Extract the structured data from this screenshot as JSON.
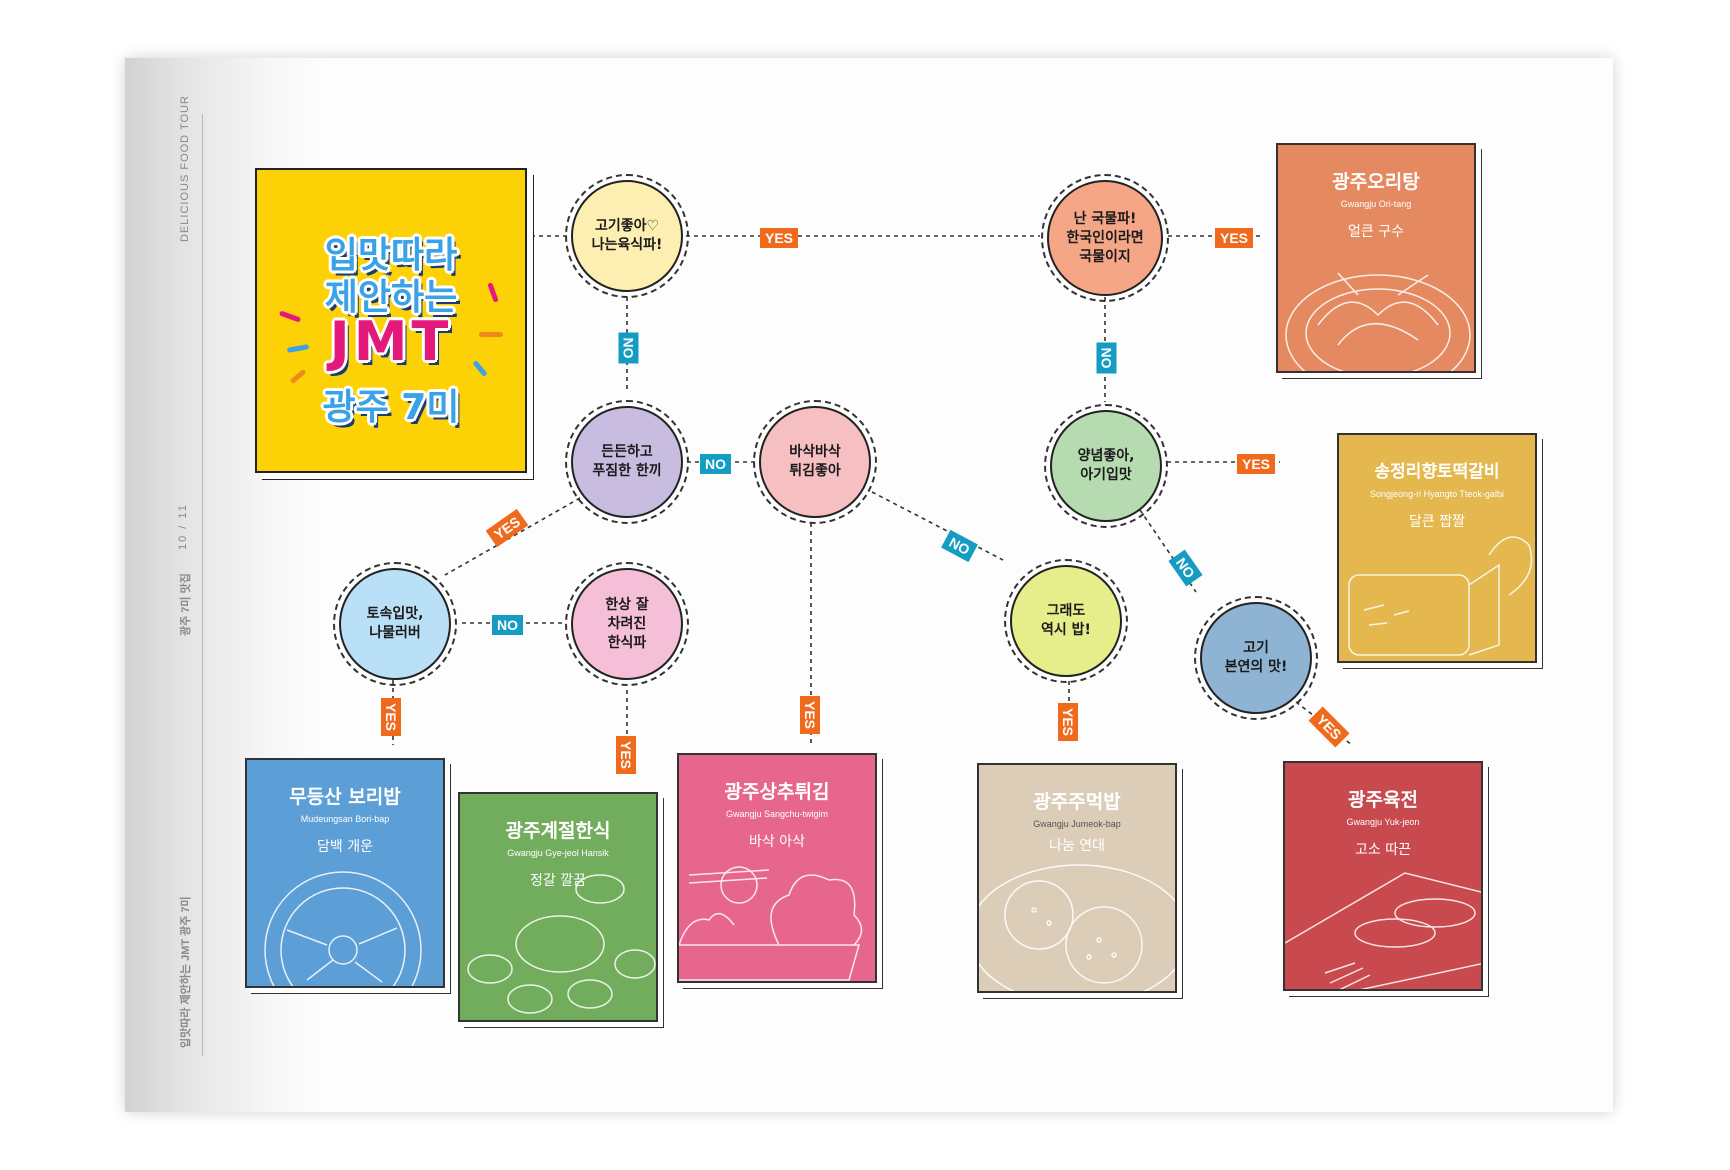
{
  "page": {
    "spine_brand": "DELICIOUS FOOD TOUR",
    "page_numbers": "10 / 11",
    "spine_section": "광주 7미 맛집",
    "spine_footer": "입맛따라 제안하는 JMT 광주 7미"
  },
  "title": {
    "line1": "입맛따라",
    "line2": "제안하는",
    "line3": "JMT",
    "line4": "광주 7미"
  },
  "nodes": {
    "meat": "고기좋아♡\n나는육식파!",
    "soup": "난 국물파!\n한국인이라면\n국물이지",
    "hearty": "든든하고\n푸짐한 한끼",
    "crispy": "바삭바삭\n튀김좋아",
    "sauce": "양념좋아,\n아기입맛",
    "herbal": "토속입맛,\n나물러버",
    "table": "한상 잘\n차려진\n한식파",
    "rice": "그래도\n역시 밥!",
    "pure": "고기\n본연의 맛!"
  },
  "labels": {
    "yes": "YES",
    "no": "NO"
  },
  "cards": {
    "oritang": {
      "title": "광주오리탕",
      "en": "Gwangju Ori-tang",
      "sub": "얼큰 구수",
      "color": "#e58a60"
    },
    "tteokgalbi": {
      "title": "송정리향토떡갈비",
      "en": "Songjeong-ri Hyangto Tteok-galbi",
      "sub": "달큰 짭짤",
      "color": "#e4b74f"
    },
    "boribap": {
      "title": "무등산 보리밥",
      "en": "Mudeungsan Bori-bap",
      "sub": "담백 개운",
      "color": "#5c9ed6"
    },
    "hansik": {
      "title": "광주계절한식",
      "en": "Gwangju Gye-jeol Hansik",
      "sub": "정갈 깔끔",
      "color": "#72ad5d"
    },
    "twigim": {
      "title": "광주상추튀김",
      "en": "Gwangju Sangchu-twigim",
      "sub": "바삭 아삭",
      "color": "#e7668e"
    },
    "jumeokbap": {
      "title": "광주주먹밥",
      "en": "Gwangju Jumeok-bap",
      "sub": "나눔 연대",
      "color": "#dccdb9"
    },
    "yukjeon": {
      "title": "광주육전",
      "en": "Gwangju Yuk-jeon",
      "sub": "고소 따끈",
      "color": "#c84a4e"
    }
  },
  "colors": {
    "meat": "#fcefb1",
    "soup": "#f4a686",
    "hearty": "#c8bde0",
    "crispy": "#f6bfc2",
    "sauce": "#b6dbb0",
    "herbal": "#b9e0f6",
    "table": "#f5bfd8",
    "rice": "#e5ee8a",
    "pure": "#8eb3d3",
    "title_bg": "#fcd106",
    "yes": "#ef6a1c",
    "no": "#159cc2"
  }
}
